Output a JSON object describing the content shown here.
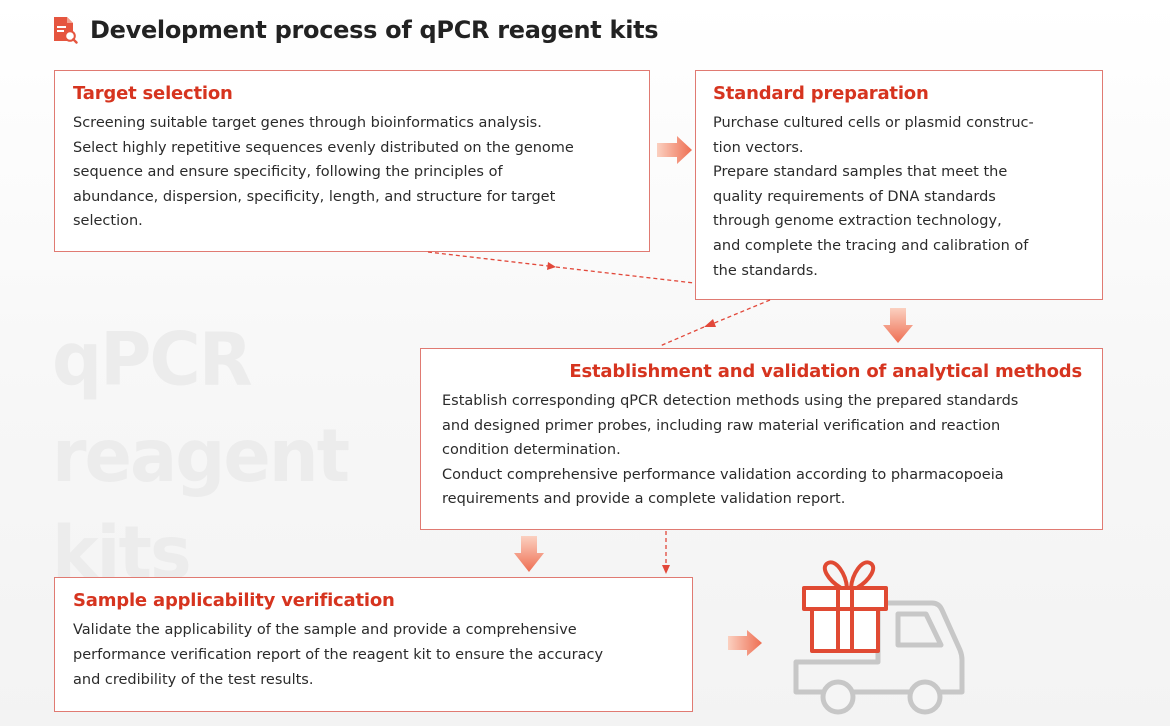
{
  "header": {
    "title": "Development process of qPCR reagent kits",
    "icon": "document-search-icon"
  },
  "watermark": {
    "lines": [
      "qPCR reagent",
      "kits"
    ]
  },
  "steps": {
    "target_selection": {
      "title": "Target selection",
      "lines": [
        "Screening suitable target genes through bioinformatics analysis.",
        "Select highly repetitive sequences evenly distributed  on the genome",
        "sequence and ensure specificity, following the principles of",
        "abundance, dispersion, specificity, length, and structure for target",
        "selection."
      ]
    },
    "standard_preparation": {
      "title": "Standard preparation",
      "lines": [
        "Purchase cultured cells or plasmid construc-",
        "tion vectors.",
        "Prepare standard samples that meet the",
        "quality requirements of DNA standards",
        "through genome extraction technology,",
        "and complete the tracing and calibration of",
        "the standards."
      ]
    },
    "method_validation": {
      "title": "Establishment and validation of analytical methods",
      "lines": [
        "Establish corresponding qPCR detection methods using the prepared standards",
        "and designed primer probes, including raw material verification and  reaction",
        "condition determination.",
        "Conduct comprehensive performance validation according to pharmacopoeia",
        "requirements and provide a complete validation report."
      ]
    },
    "sample_verification": {
      "title": "Sample applicability verification",
      "lines": [
        "Validate the applicability of the sample and provide a comprehensive",
        "performance verification report of  the reagent kit to ensure the accuracy",
        "and credibility of the test results."
      ]
    }
  },
  "delivery": {
    "icons": [
      "gift-box-icon",
      "delivery-truck-icon"
    ]
  },
  "colors": {
    "accent": "#d6341f",
    "box_border": "#e07a72",
    "arrow": "#f08b6c",
    "dashed": "#e2483a",
    "truck": "#c7c7c7",
    "watermark": "#ececec"
  }
}
